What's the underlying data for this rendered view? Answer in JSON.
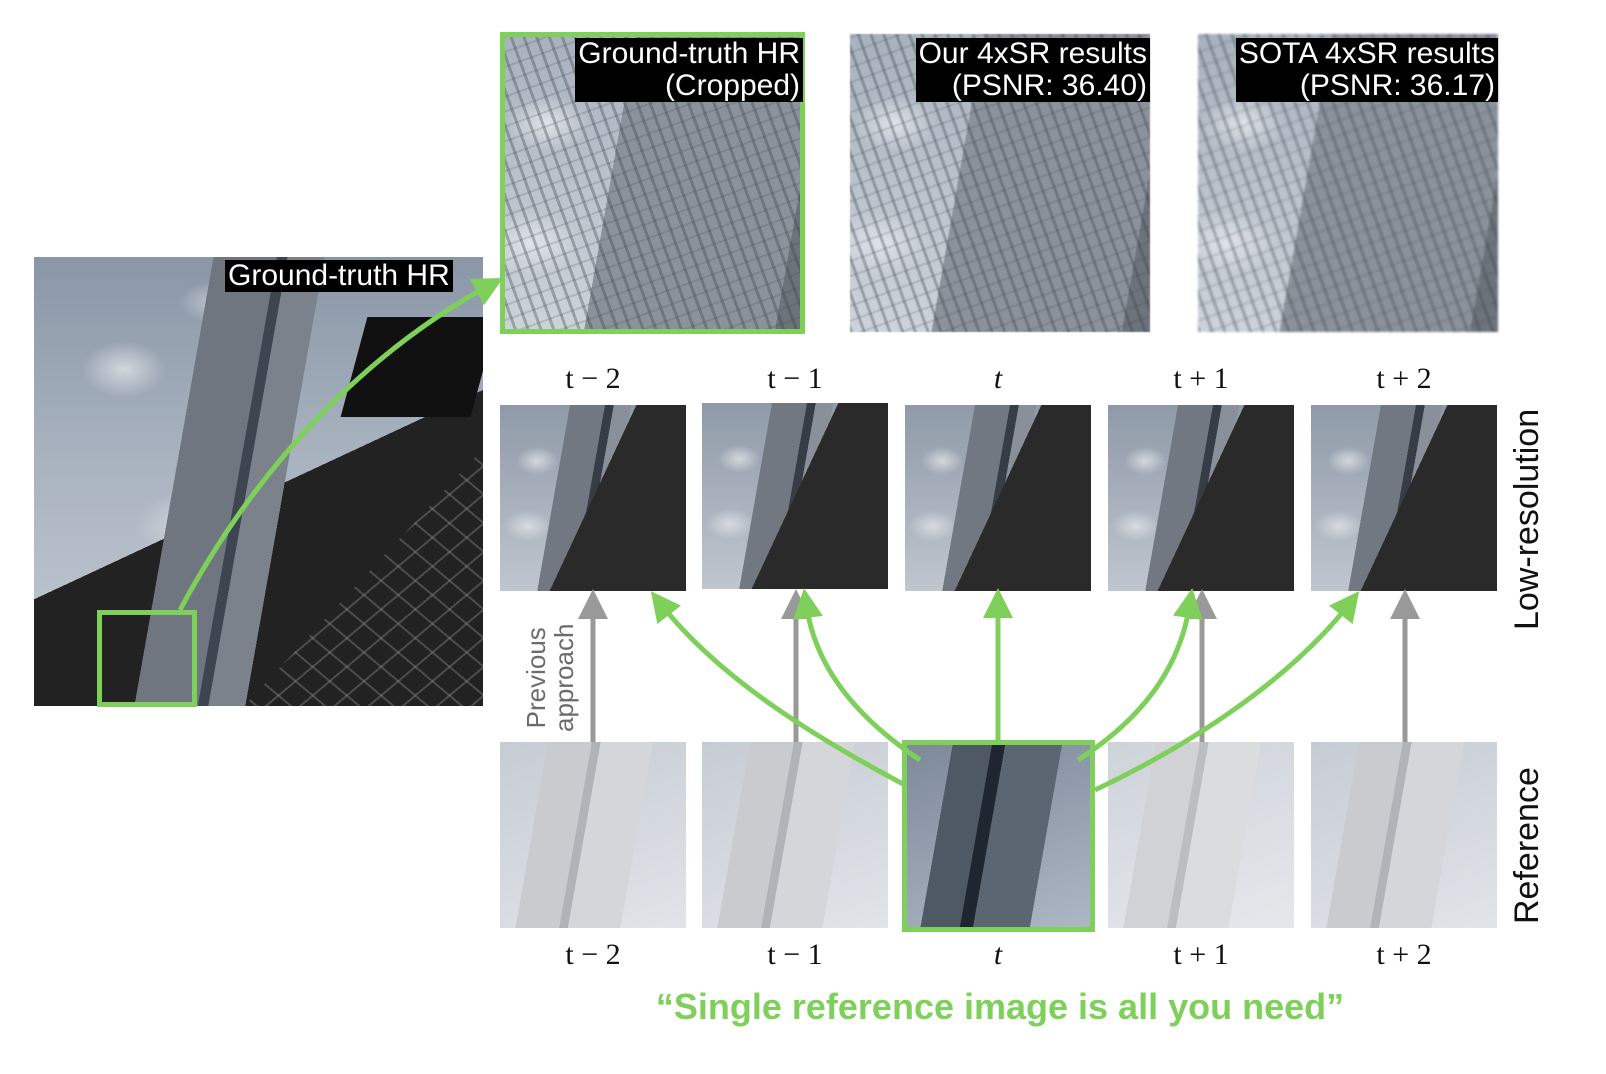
{
  "colors": {
    "accent_green": "#7ed05a",
    "arrow_gray": "#999999"
  },
  "main_image": {
    "label": "Ground-truth HR"
  },
  "top_row": [
    {
      "line1": "Ground-truth HR",
      "line2": "(Cropped)"
    },
    {
      "line1": "Our 4xSR results",
      "line2": "(PSNR: 36.40)"
    },
    {
      "line1": "SOTA 4xSR results",
      "line2": "(PSNR: 36.17)"
    }
  ],
  "time_labels": [
    "t − 2",
    "t − 1",
    "t",
    "t + 1",
    "t + 2"
  ],
  "row_labels": {
    "low_res": "Low-resolution",
    "reference": "Reference"
  },
  "previous_approach": {
    "line1": "Previous",
    "line2": "approach"
  },
  "caption": "“Single reference image is all you need”"
}
